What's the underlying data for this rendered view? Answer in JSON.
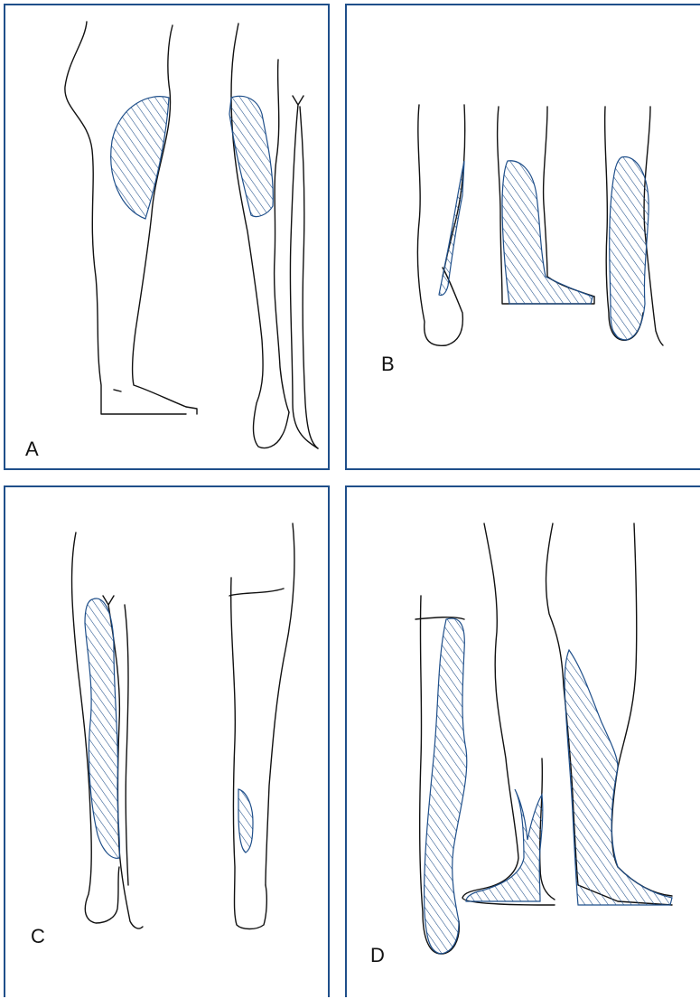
{
  "panels": [
    {
      "label": "A"
    },
    {
      "label": "B"
    },
    {
      "label": "C"
    },
    {
      "label": "D"
    }
  ],
  "colors": {
    "frame": "#1f4f8a",
    "hatch": "#1f4f8a",
    "outline": "#111111"
  }
}
